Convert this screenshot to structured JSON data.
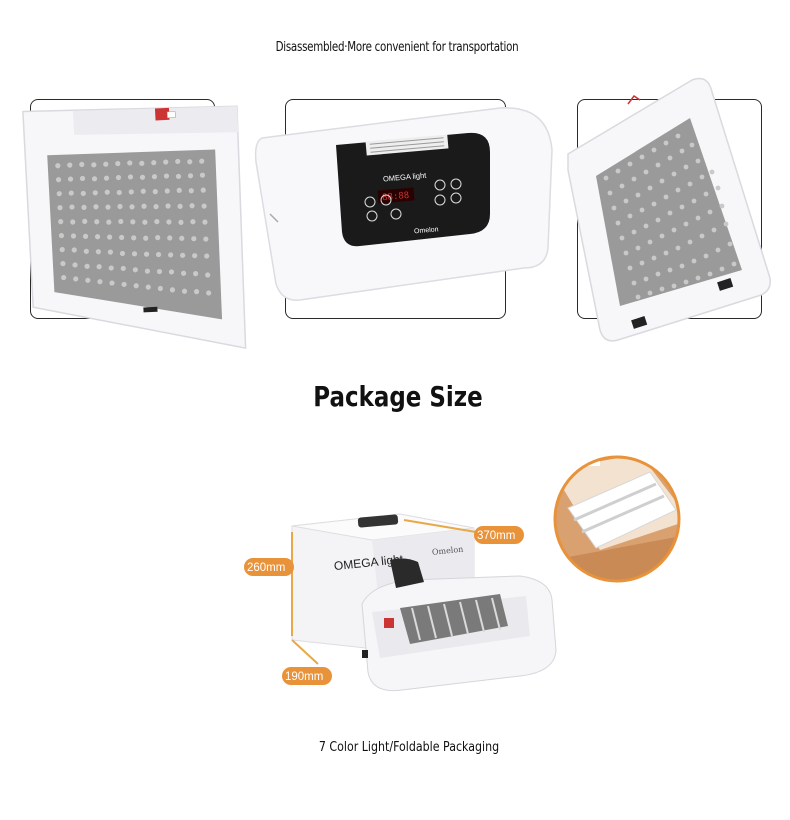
{
  "top_caption": "Disassembled·More convenient for transportation",
  "panel_center": {
    "brand": "OMEGA light",
    "logo": "Omelon",
    "display": "88:88"
  },
  "section_heading": "Package Size",
  "package": {
    "box_brand": "OMEGA light",
    "box_logo": "Omelon",
    "height_label": "260mm",
    "length_label": "370mm",
    "width_label": "190mm"
  },
  "bottom_caption": "7 Color Light/Foldable Packaging",
  "colors": {
    "dimension_tag": "#e8923a",
    "dimension_line": "#e8a848",
    "frame": "#2a2a2a",
    "led_grid": "#8a8a8a",
    "panel_black": "#1a1a1a"
  }
}
